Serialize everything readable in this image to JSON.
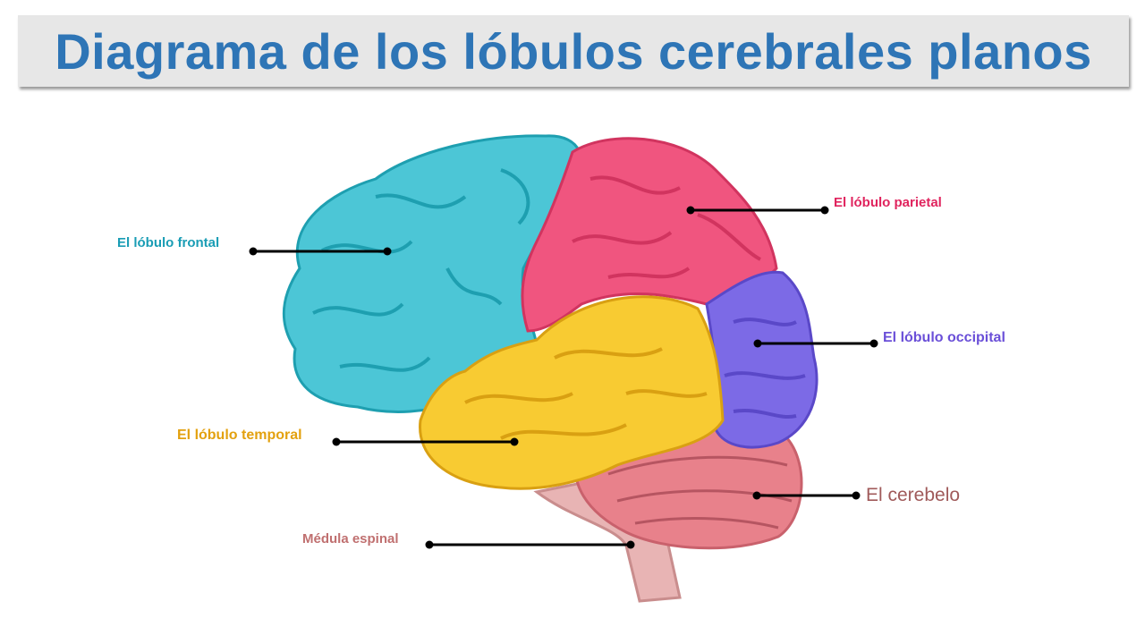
{
  "title": "Diagrama de los lóbulos cerebrales planos",
  "labels": {
    "frontal": "El lóbulo frontal",
    "parietal": "El lóbulo parietal",
    "occipital": "El lóbulo occipital",
    "temporal": "El lóbulo temporal",
    "cerebellum": "El cerebelo",
    "spinal": "Médula espinal"
  },
  "colors": {
    "title": "#2e75b6",
    "frontal": "#4cc6d6",
    "parietal": "#f0557f",
    "occipital": "#7c6ae6",
    "temporal": "#f8cb32",
    "cerebellum": "#e8818b",
    "spinal": "#e8b4b4"
  }
}
